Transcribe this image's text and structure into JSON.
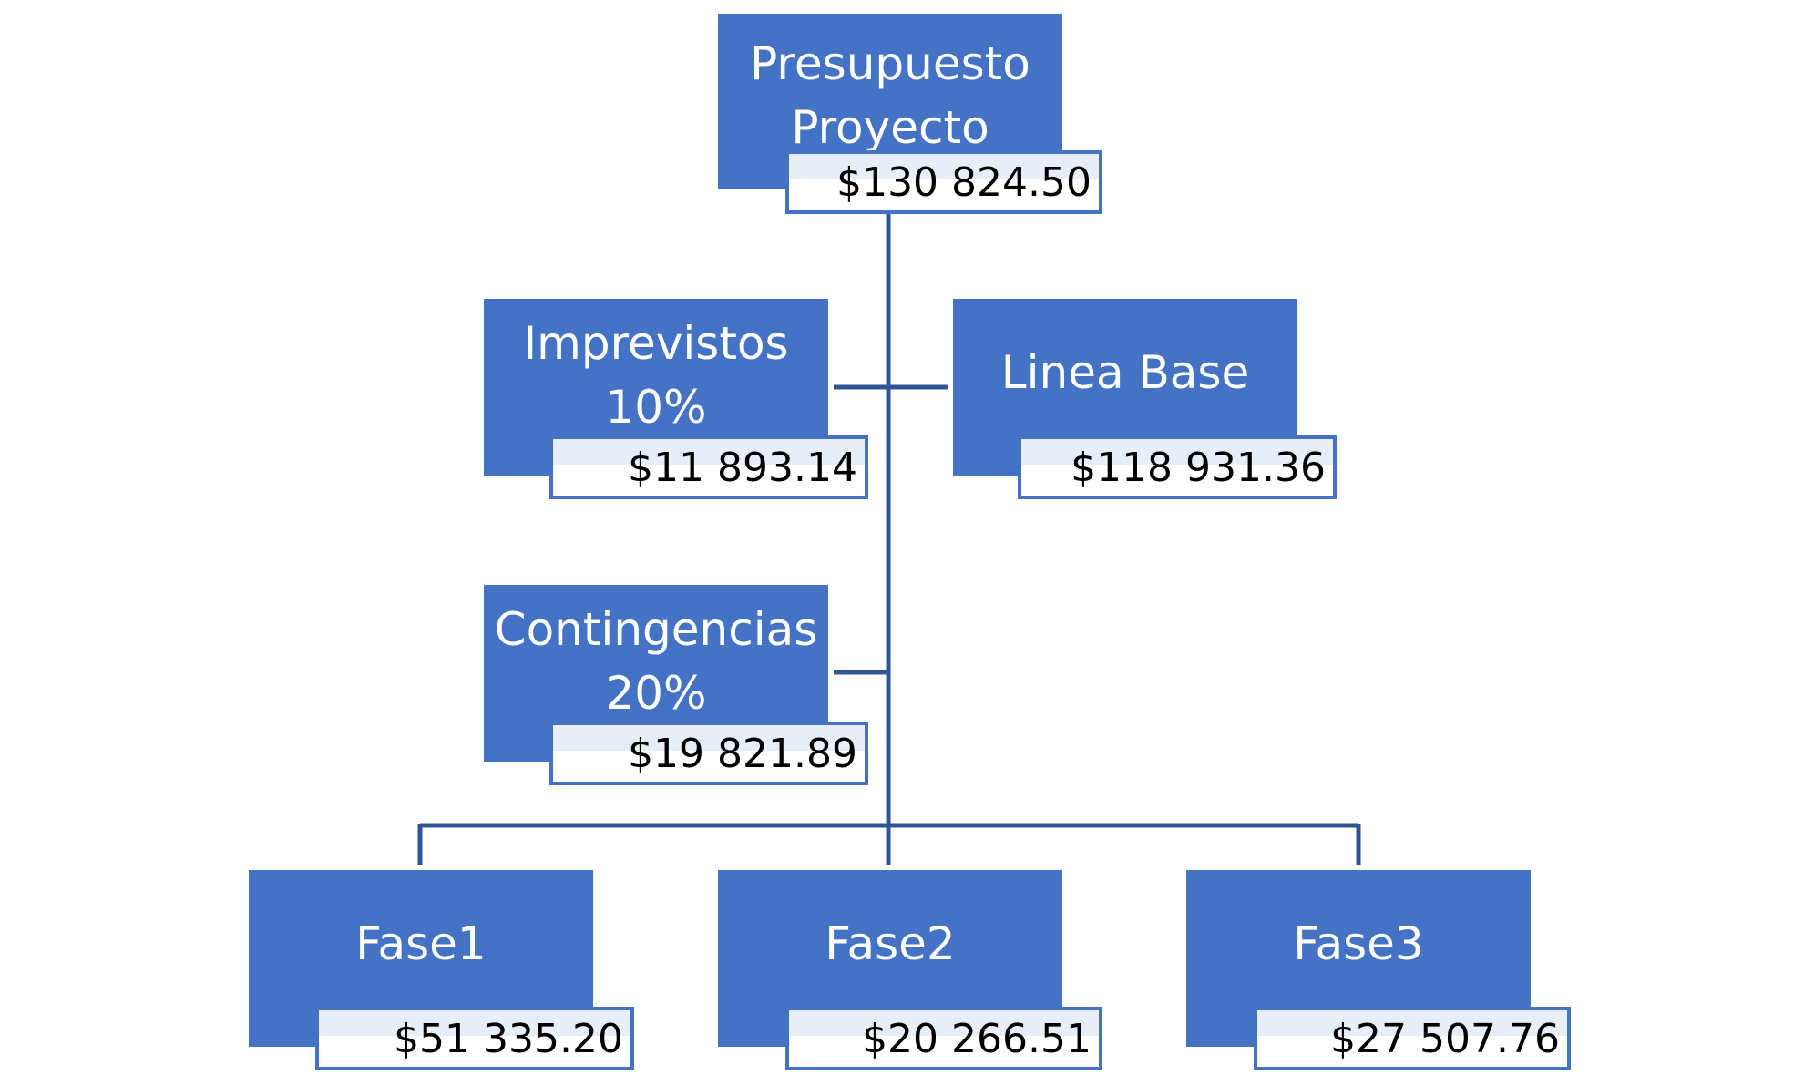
{
  "nodes": {
    "root": {
      "title": "Presupuesto\nProyecto",
      "value": "$130 824.50"
    },
    "imprevistos": {
      "title": "Imprevistos\n10%",
      "value": "$11 893.14"
    },
    "linea_base": {
      "title": "Linea Base",
      "value": "$118 931.36"
    },
    "contingencias": {
      "title": "Contingencias\n20%",
      "value": "$19 821.89"
    },
    "fase1": {
      "title": "Fase1",
      "value": "$51 335.20"
    },
    "fase2": {
      "title": "Fase2",
      "value": "$20 266.51"
    },
    "fase3": {
      "title": "Fase3",
      "value": "$27 507.76"
    }
  },
  "colors": {
    "node_fill": "#4472c4",
    "node_text": "#ffffff",
    "value_border": "#4472c4",
    "value_text": "#000000",
    "connector": "#2f5597"
  }
}
